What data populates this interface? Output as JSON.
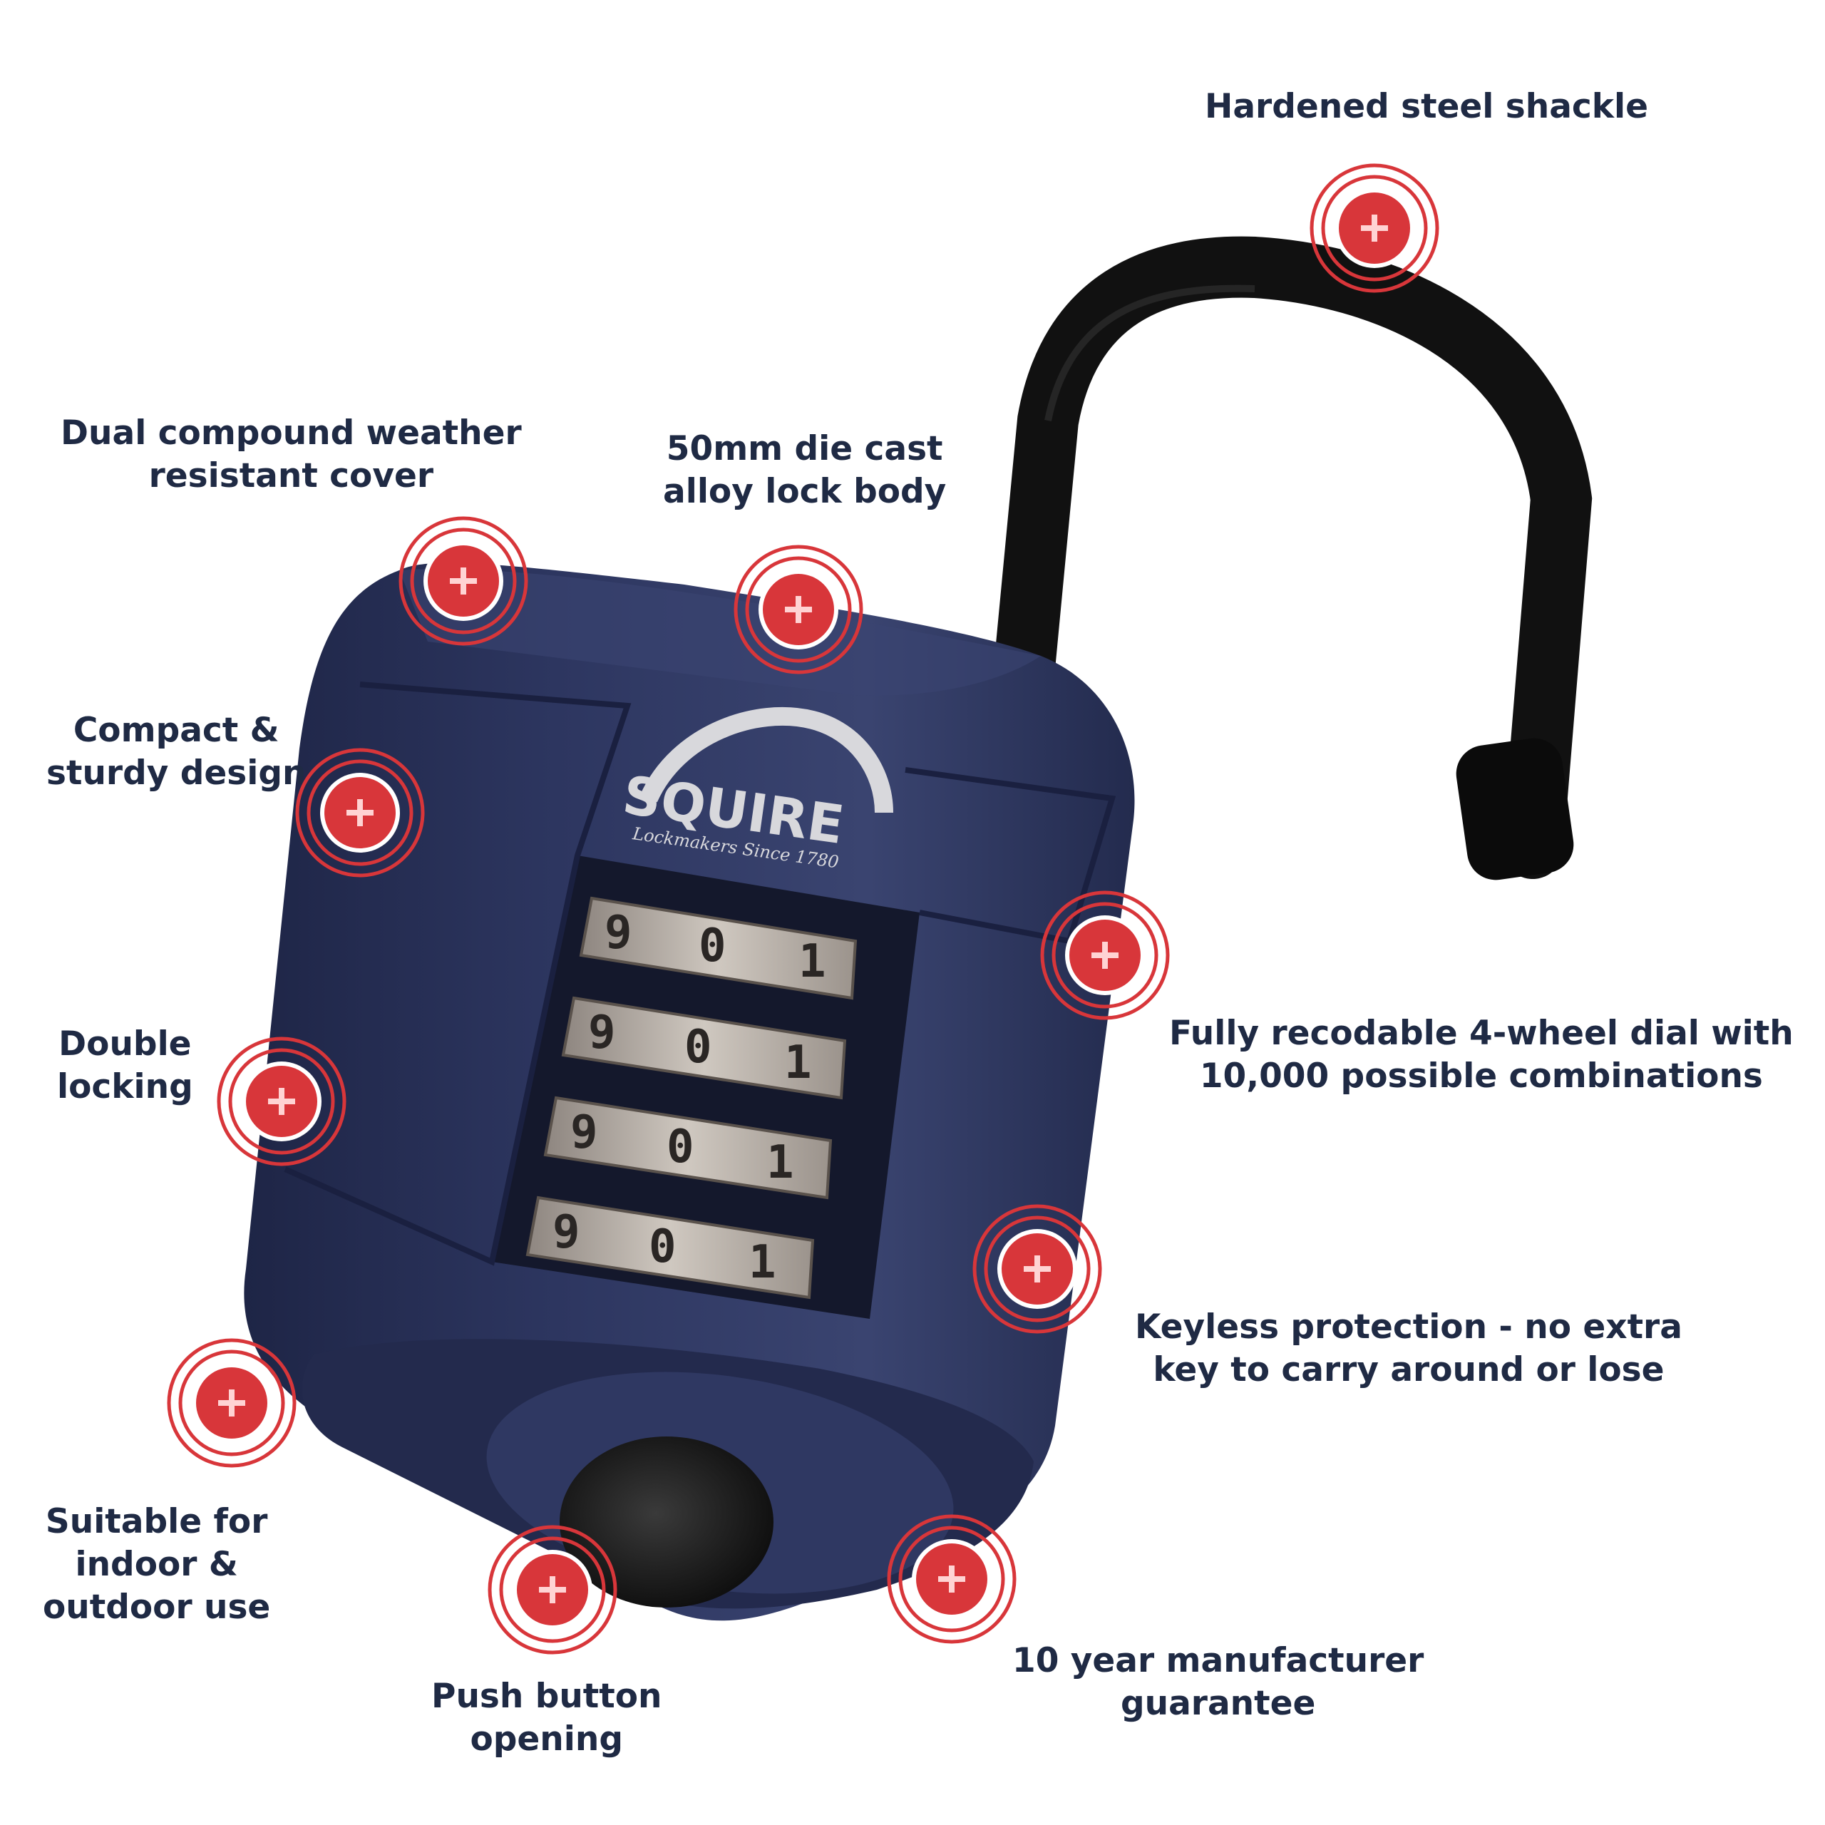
{
  "product": {
    "brand_logo_text": "SQUIRE",
    "brand_tagline": "Lockmakers Since 1780",
    "dial_digits": [
      "9",
      "0",
      "1"
    ]
  },
  "colors": {
    "hotspot_red": "#d8363a",
    "lock_body": "#2a3258",
    "shackle": "#111111",
    "dial_metal": "#b9b2aa",
    "text": "#1f2a44"
  },
  "features": [
    {
      "id": "shackle",
      "lines": [
        "Hardened steel shackle"
      ],
      "icon": "plus-icon"
    },
    {
      "id": "cover",
      "lines": [
        "Dual compound weather",
        "resistant cover"
      ],
      "icon": "plus-icon"
    },
    {
      "id": "body",
      "lines": [
        "50mm die cast",
        "alloy lock body"
      ],
      "icon": "plus-icon"
    },
    {
      "id": "compact",
      "lines": [
        "Compact &",
        "sturdy design"
      ],
      "icon": "plus-icon"
    },
    {
      "id": "dial",
      "lines": [
        "Fully recodable 4-wheel dial with",
        "10,000 possible combinations"
      ],
      "icon": "plus-icon"
    },
    {
      "id": "double",
      "lines": [
        "Double",
        "locking"
      ],
      "icon": "plus-icon"
    },
    {
      "id": "keyless",
      "lines": [
        "Keyless protection - no extra",
        "key to carry around or lose"
      ],
      "icon": "plus-icon"
    },
    {
      "id": "indoor",
      "lines": [
        "Suitable for",
        "indoor &",
        "outdoor use"
      ],
      "icon": "plus-icon"
    },
    {
      "id": "push",
      "lines": [
        "Push button",
        "opening"
      ],
      "icon": "plus-icon"
    },
    {
      "id": "guarantee",
      "lines": [
        "10 year manufacturer",
        "guarantee"
      ],
      "icon": "plus-icon"
    }
  ]
}
